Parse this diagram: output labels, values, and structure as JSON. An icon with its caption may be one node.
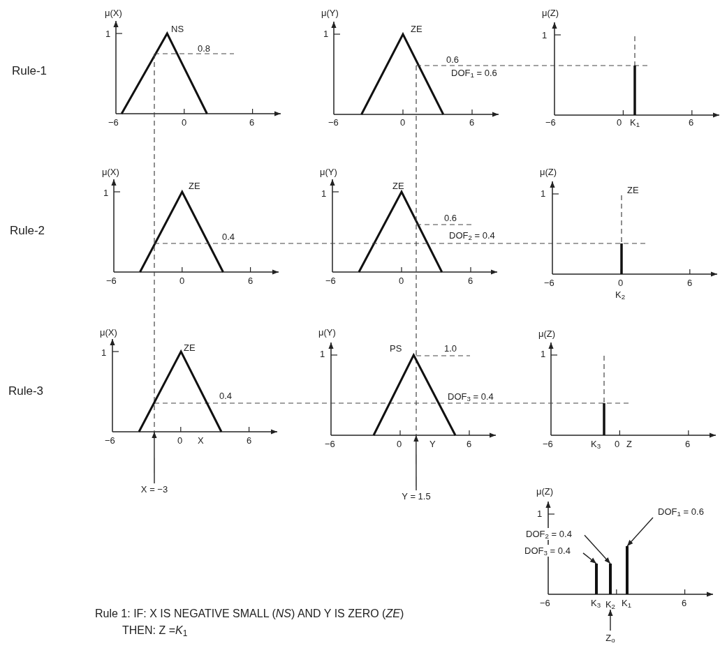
{
  "diagram": {
    "nodes": [
      {
        "text": [
          "X = −3"
        ]
      },
      {
        "text": [
          "Y = 1.5"
        ]
      },
      {
        "text": [
          "DOF$_{1}$ = 0.6"
        ]
      },
      {
        "text": [
          "DOF$_{2}$ = 0.4"
        ]
      },
      {
        "text": [
          "DOF$_{3}$ = 0.4"
        ]
      },
      {
        "text": [],
        "shape": "bar"
      },
      {
        "text": [],
        "shape": "bar"
      },
      {
        "text": [],
        "shape": "bar"
      },
      {
        "text": [
          "Z$_{o}$"
        ]
      },
      {
        "text": [],
        "shape": "triangle"
      },
      {
        "text": [],
        "shape": "triangle"
      },
      {
        "text": [
          "K$_{2}$"
        ]
      }
    ],
    "edges": [
      {
        "from": 0,
        "to": 9,
        "arrow": "to"
      },
      {
        "from": 1,
        "to": 10,
        "arrow": "to"
      },
      {
        "from": 2,
        "to": 7,
        "arrow": "to"
      },
      {
        "from": 3,
        "to": 6,
        "arrow": "to"
      },
      {
        "from": 4,
        "to": 5,
        "arrow": "to"
      },
      {
        "from": 8,
        "to": 11,
        "arrow": "to"
      }
    ],
    "labels": [
      "μ(X)",
      "1",
      "NS",
      "0.8",
      "−6",
      "0",
      "6",
      "μ(Y)",
      "1",
      "ZE",
      "0.6",
      "DOF$_{1}$ = 0.6",
      "−6",
      "0",
      "6",
      "μ(Z)",
      "1",
      "−6",
      "0",
      "K$_{1}$",
      "6",
      "Rule-1",
      "μ(X)",
      "1",
      "ZE",
      "Rule-2",
      "0.4",
      "−6",
      "0",
      "6",
      "μ(Y)",
      "1",
      "ZE",
      "0.6",
      "DOF$_{2}$ = 0.4",
      "−6",
      "0",
      "6",
      "μ(Z)",
      "1",
      "ZE",
      "−6",
      "0",
      "6",
      "K$_{2}$",
      "μ(X)",
      "1",
      "ZE",
      "Rule-3",
      "0.4",
      "−6",
      "0",
      "X",
      "6",
      "μ(Y)",
      "1",
      "PS",
      "1.0",
      "DOF$_{3}$ = 0.4",
      "−6",
      "0",
      "Y",
      "6",
      "μ(Z)",
      "1",
      "−6",
      "K$_{3}$",
      "0",
      "Z",
      "6",
      "μ(Z)",
      "1",
      "−6",
      "K$_{3}$",
      "K$_{1}$",
      "6",
      "Rule 1: IF: X IS NEGATIVE SMALL (*NS*) AND Y IS ZERO (*ZE*)",
      "THEN: Z =*K*$_{1}$"
    ]
  }
}
